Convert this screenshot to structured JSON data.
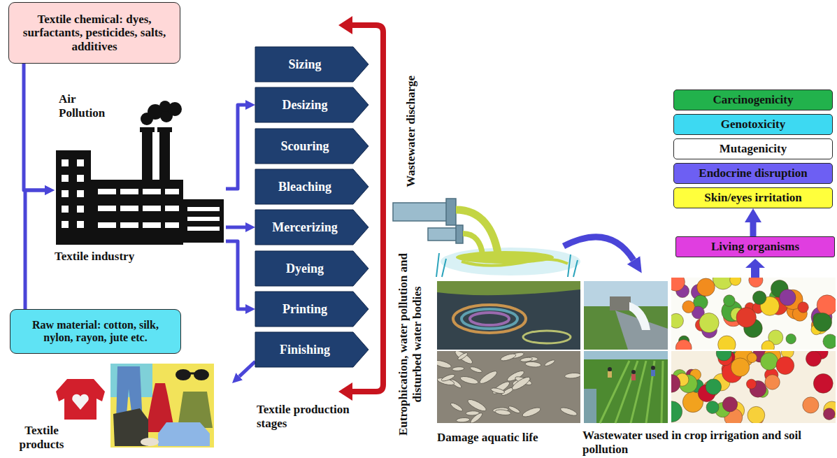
{
  "diagram": {
    "nodes": [
      {
        "text": [
          "Textile chemical: dyes, surfactants, pesticides, salts, additives"
        ]
      },
      {
        "text": [
          "Textile industry"
        ]
      },
      {
        "text": [
          "Raw material: cotton, silk, nylon, rayon, jute etc."
        ]
      },
      {
        "text": [
          "Sizing"
        ]
      },
      {
        "text": [
          "Desizing"
        ]
      },
      {
        "text": [
          "Scouring"
        ]
      },
      {
        "text": [
          "Bleaching"
        ]
      },
      {
        "text": [
          "Mercerizing"
        ]
      },
      {
        "text": [
          "Dyeing"
        ]
      },
      {
        "text": [
          "Printing"
        ]
      },
      {
        "text": [
          "Finishing"
        ]
      },
      {
        "text": [
          "Textile products"
        ]
      },
      {
        "text": [
          "Carcinogenicity"
        ]
      },
      {
        "text": [
          "Genotoxicity"
        ]
      },
      {
        "text": [
          "Mutagenicity"
        ]
      },
      {
        "text": [
          "Endocrine disruption"
        ]
      },
      {
        "text": [
          "Skin/eyes irritation"
        ]
      },
      {
        "text": [
          "Living organisms"
        ]
      }
    ],
    "edges": [
      {
        "from": 0,
        "to": 1,
        "arrow": "to"
      },
      {
        "from": 2,
        "to": 1,
        "arrow": "to"
      },
      {
        "from": 1,
        "to": 4,
        "arrow": "to"
      },
      {
        "from": 1,
        "to": 7,
        "arrow": "to"
      },
      {
        "from": 1,
        "to": 9,
        "arrow": "to"
      },
      {
        "from": 10,
        "to": 11,
        "arrow": "to"
      },
      {
        "from": 17,
        "to": 16,
        "arrow": "to"
      }
    ],
    "labels": [
      "Air Pollution",
      "Textile production stages",
      "Wastewater discharge",
      "Eutrophication, water pollution and disturbed water bodies",
      "Damage aquatic life",
      "Wastewater used in crop irrigation and soil pollution"
    ]
  }
}
